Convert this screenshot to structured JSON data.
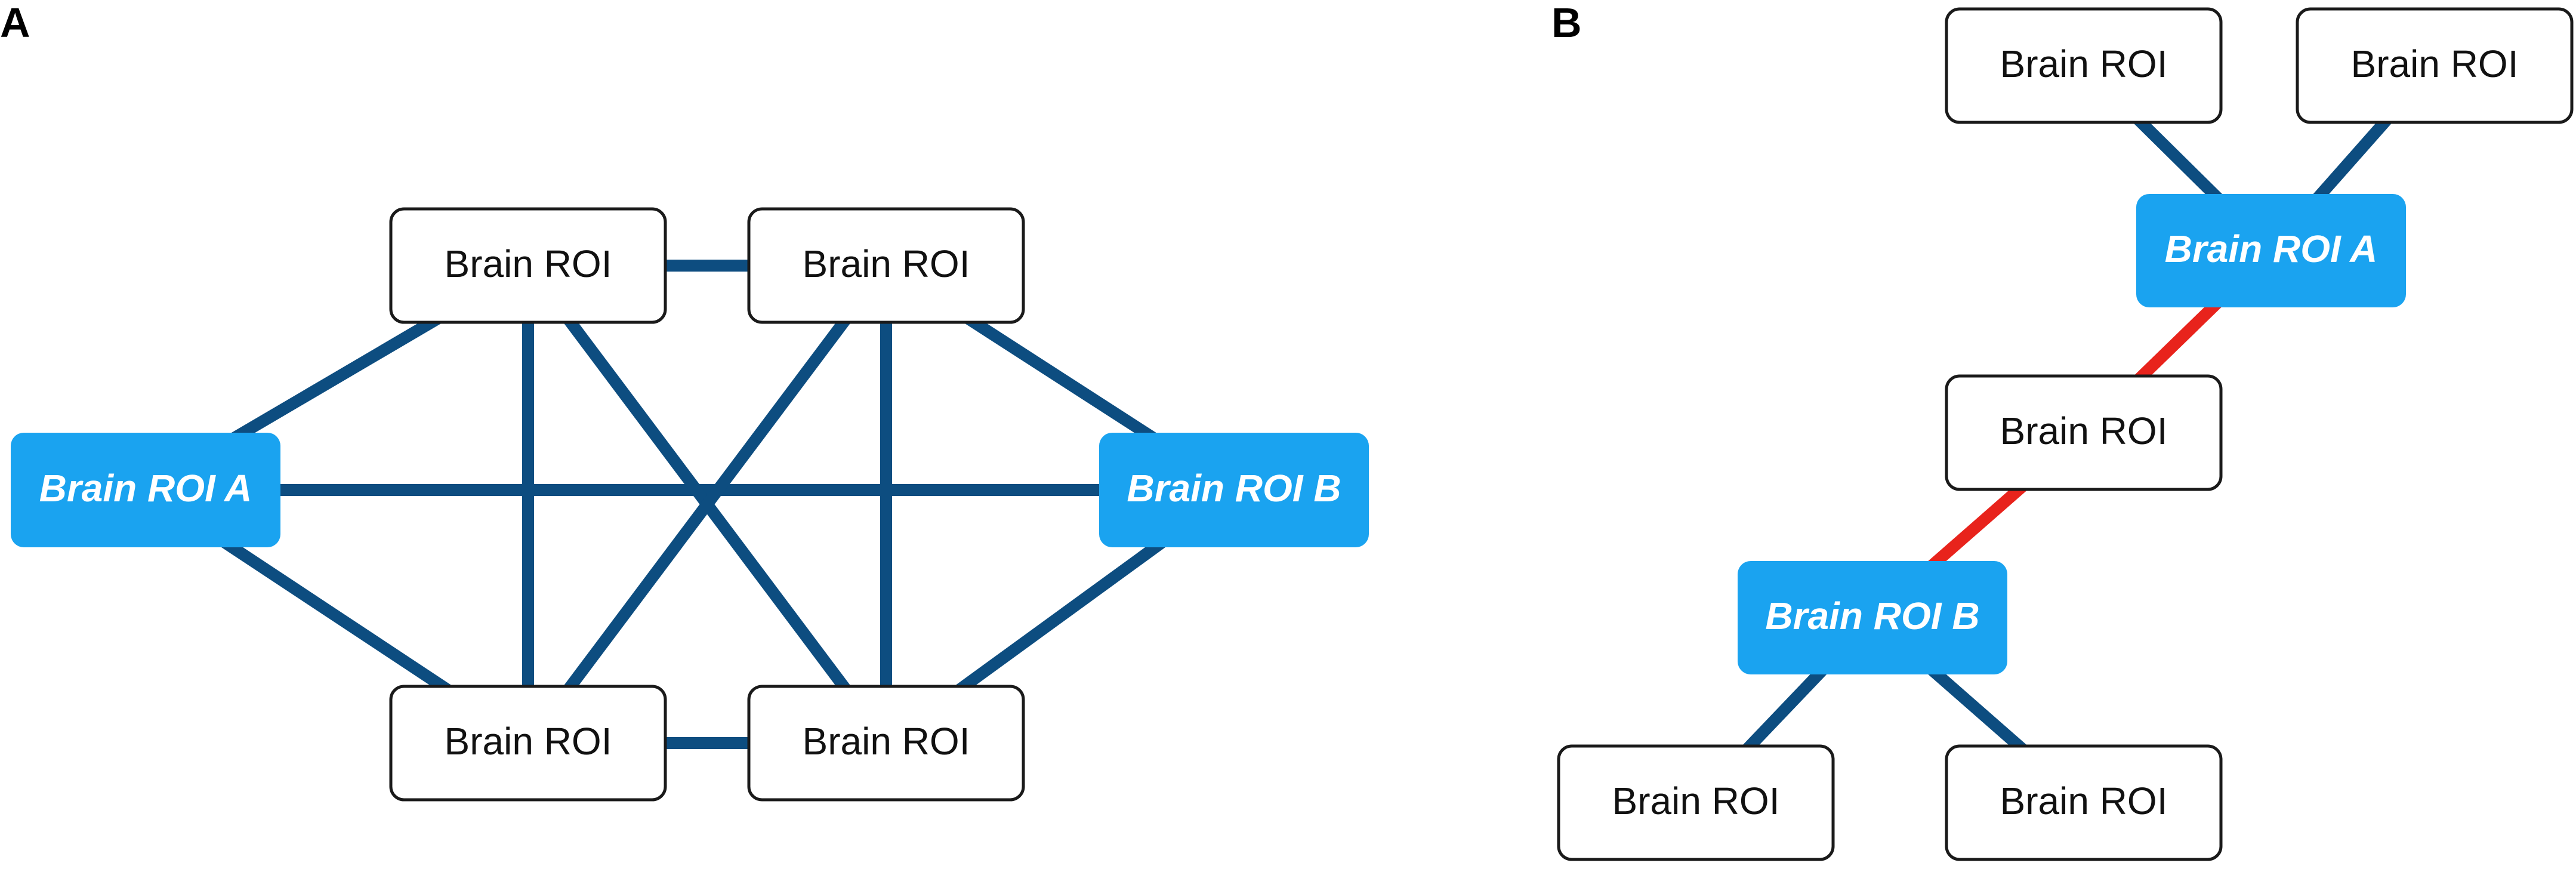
{
  "colors": {
    "edge": "#0d4d80",
    "edge_highlight": "#e8231c",
    "node_fill": "#ffffff",
    "node_border": "#1a1a1a",
    "node_text": "#111111",
    "highlight_fill": "#1aa3f0",
    "highlight_text": "#ffffff"
  },
  "panels": [
    {
      "id": "A",
      "label": "A",
      "nodes": [
        {
          "id": "roi_a",
          "label": "Brain ROI A",
          "highlight": true
        },
        {
          "id": "roi_top_1",
          "label": "Brain ROI",
          "highlight": false
        },
        {
          "id": "roi_top_2",
          "label": "Brain ROI",
          "highlight": false
        },
        {
          "id": "roi_bottom_1",
          "label": "Brain ROI",
          "highlight": false
        },
        {
          "id": "roi_bottom_2",
          "label": "Brain ROI",
          "highlight": false
        },
        {
          "id": "roi_b",
          "label": "Brain ROI B",
          "highlight": true
        }
      ],
      "edges": [
        {
          "from": "roi_a",
          "to": "roi_top_1"
        },
        {
          "from": "roi_a",
          "to": "roi_bottom_1"
        },
        {
          "from": "roi_a",
          "to": "roi_b"
        },
        {
          "from": "roi_top_1",
          "to": "roi_top_2"
        },
        {
          "from": "roi_bottom_1",
          "to": "roi_bottom_2"
        },
        {
          "from": "roi_top_2",
          "to": "roi_b"
        },
        {
          "from": "roi_bottom_2",
          "to": "roi_b"
        },
        {
          "from": "roi_top_1",
          "to": "roi_bottom_1"
        },
        {
          "from": "roi_top_2",
          "to": "roi_bottom_2"
        },
        {
          "from": "roi_top_1",
          "to": "roi_bottom_2"
        },
        {
          "from": "roi_top_2",
          "to": "roi_bottom_1"
        }
      ]
    },
    {
      "id": "B",
      "label": "B",
      "nodes": [
        {
          "id": "b_top_left",
          "label": "Brain ROI",
          "highlight": false
        },
        {
          "id": "b_top_right",
          "label": "Brain ROI",
          "highlight": false
        },
        {
          "id": "b_roi_a",
          "label": "Brain ROI A",
          "highlight": true
        },
        {
          "id": "b_middle",
          "label": "Brain ROI",
          "highlight": false
        },
        {
          "id": "b_roi_b",
          "label": "Brain ROI B",
          "highlight": true
        },
        {
          "id": "b_bottom_left",
          "label": "Brain ROI",
          "highlight": false
        },
        {
          "id": "b_bottom_right",
          "label": "Brain ROI",
          "highlight": false
        }
      ],
      "edges": [
        {
          "from": "b_top_left",
          "to": "b_roi_a",
          "highlight": false
        },
        {
          "from": "b_top_right",
          "to": "b_roi_a",
          "highlight": false
        },
        {
          "from": "b_roi_a",
          "to": "b_middle",
          "highlight": true
        },
        {
          "from": "b_middle",
          "to": "b_roi_b",
          "highlight": true
        },
        {
          "from": "b_roi_b",
          "to": "b_bottom_left",
          "highlight": false
        },
        {
          "from": "b_roi_b",
          "to": "b_bottom_right",
          "highlight": false
        }
      ]
    }
  ]
}
